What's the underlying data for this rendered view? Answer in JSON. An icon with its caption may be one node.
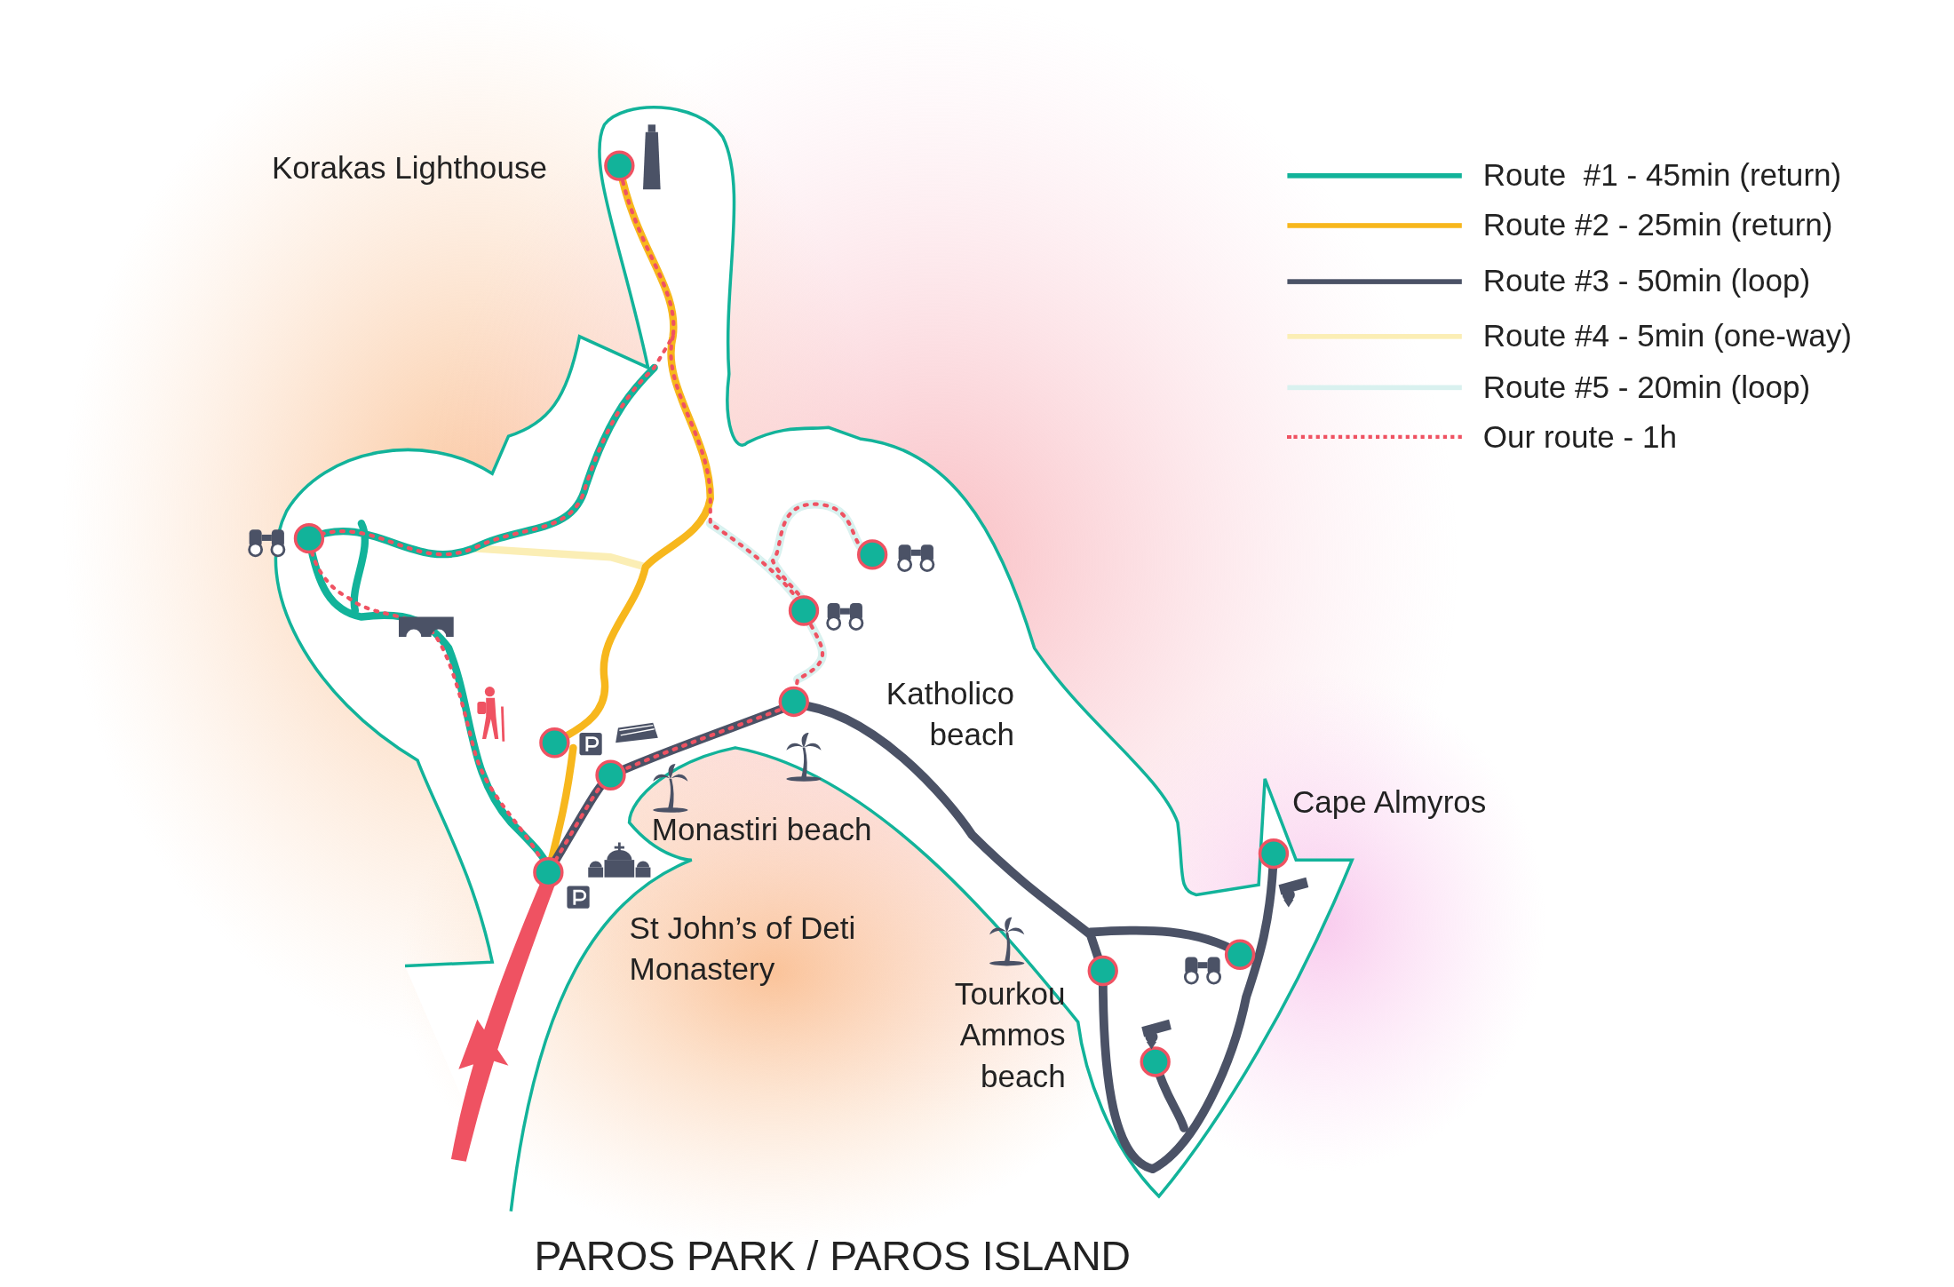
{
  "diagram": {
    "title": "PAROS PARK / PAROS ISLAND",
    "labels": [
      "Korakas Lighthouse",
      "Katholico beach",
      "Cape Almyros",
      "Monastiri beach",
      "St John’s of Deti Monastery",
      "Tourkou Ammos beach"
    ],
    "legend": [
      {
        "text": "Route  #1 - 45min (return)",
        "color": "#12b39a"
      },
      {
        "text": "Route #2 - 25min (return)",
        "color": "#f7b71d"
      },
      {
        "text": "Route #3 - 50min (loop)",
        "color": "#4b5266"
      },
      {
        "text": "Route #4 - 5min (one-way)",
        "color": "#fbeeb5"
      },
      {
        "text": "Route #5 - 20min (loop)",
        "color": "#d9f1ef"
      },
      {
        "text": "Our route - 1h",
        "color": "#ef5262"
      }
    ]
  }
}
